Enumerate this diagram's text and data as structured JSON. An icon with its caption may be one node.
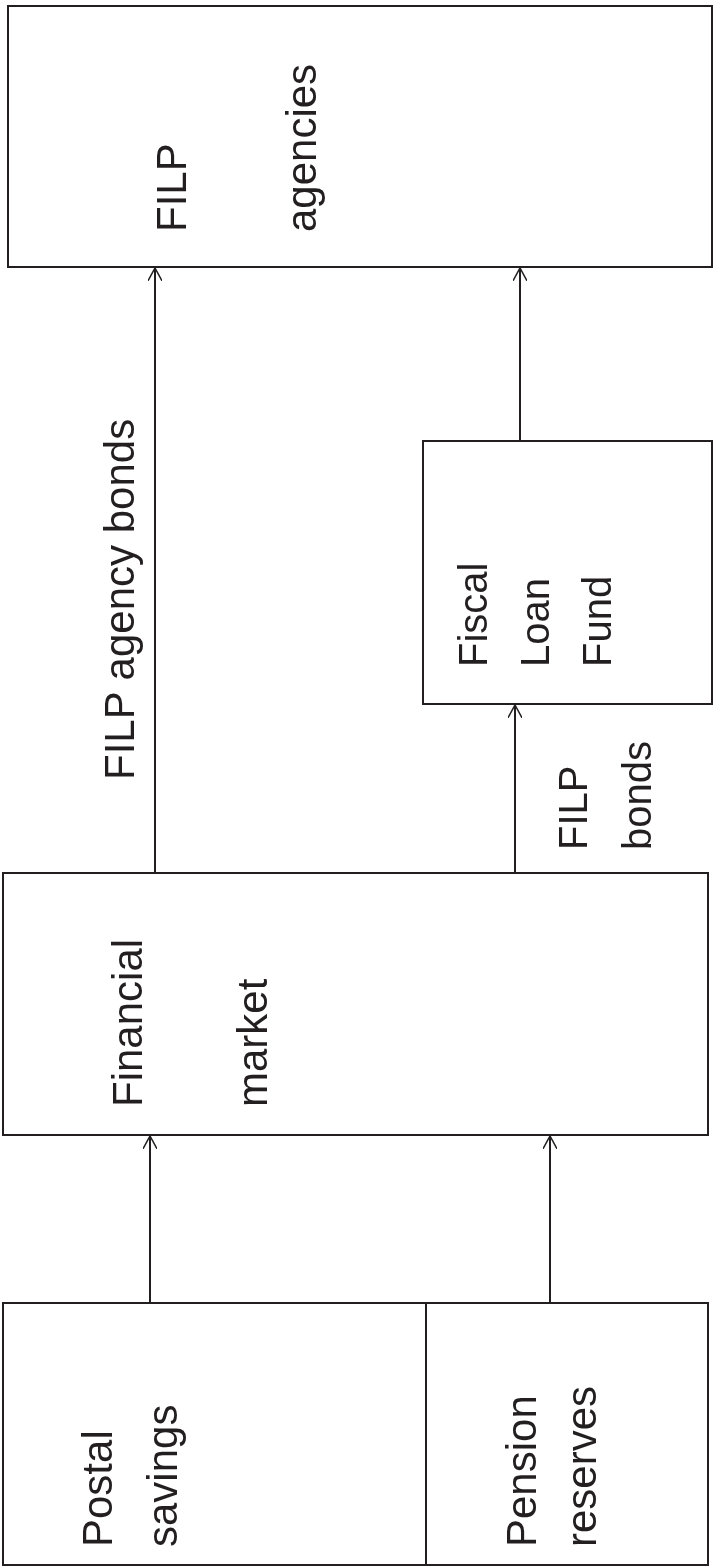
{
  "diagram": {
    "nodes": [
      {
        "text": [
          "FILP agencies"
        ]
      },
      {
        "text": [
          "Fiscal Loan Fund"
        ]
      },
      {
        "text": [
          "Financial market"
        ]
      },
      {
        "text": [
          "Postal savings"
        ]
      },
      {
        "text": [
          "Pension reserves"
        ]
      }
    ],
    "edges": [
      {
        "from": 3,
        "to": 2,
        "arrow": "to"
      },
      {
        "from": 4,
        "to": 2,
        "arrow": "to"
      },
      {
        "from": 2,
        "to": 0,
        "arrow": "to",
        "label": "FILP agency bonds"
      },
      {
        "from": 2,
        "to": 1,
        "arrow": "to",
        "label": "FILP bonds"
      },
      {
        "from": 1,
        "to": 0,
        "arrow": "to"
      }
    ]
  }
}
